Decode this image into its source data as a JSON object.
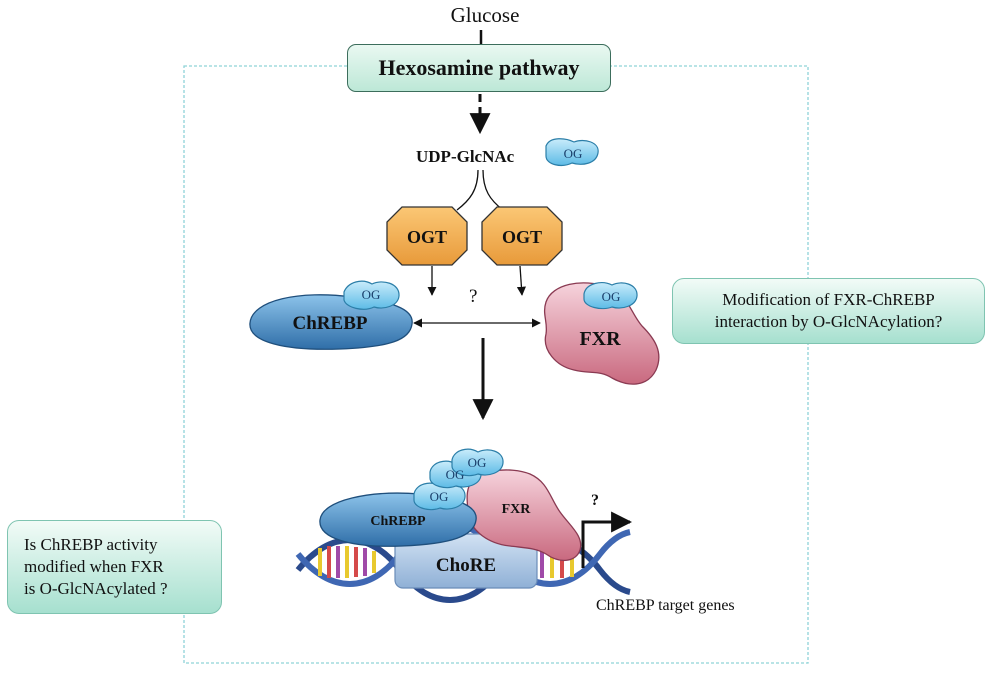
{
  "labels": {
    "glucose": "Glucose",
    "hexosamine": "Hexosamine pathway",
    "udp_glcnac": "UDP-GlcNAc",
    "og": "OG",
    "ogt": "OGT",
    "chrebp": "ChREBP",
    "fxr": "FXR",
    "chore": "ChoRE",
    "question": "?",
    "target_genes": "ChREBP target genes"
  },
  "notes": {
    "fxr_chrebp": [
      "Modification of FXR-ChREBP",
      "interaction by O-GlcNAcylation?"
    ],
    "chrebp_activity": [
      "Is ChREBP activity",
      "modified when FXR",
      "is O-GlcNAcylated ?"
    ]
  },
  "colors": {
    "ogt_fill": "#f4b35a",
    "og_fill": "#8dd3f2",
    "chrebp_fill": "#4f95c8",
    "fxr_fill": "#e7a3b3",
    "chore_fill": "#a9c4e2",
    "note_fill": "#a6e0cf",
    "frame": "#8fd3d8"
  }
}
